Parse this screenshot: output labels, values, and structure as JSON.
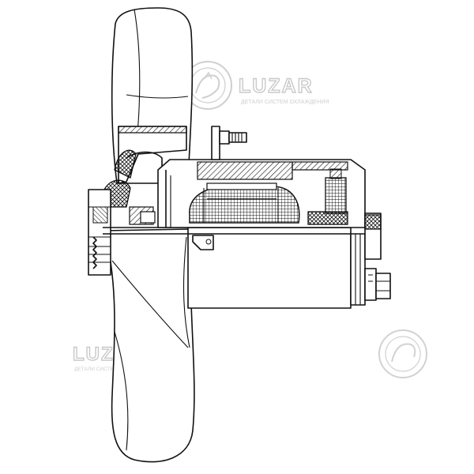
{
  "watermark": {
    "brand": "LUZAR",
    "tagline": "ДЕТАЛИ СИСТЕМ ОХЛАЖДЕНИЯ",
    "color": "#c9c9c9",
    "icon": "dragon-emblem-icon"
  },
  "drawing": {
    "subject": "fan-clutch-cross-section",
    "line_color": "#111111",
    "hatch": true
  }
}
